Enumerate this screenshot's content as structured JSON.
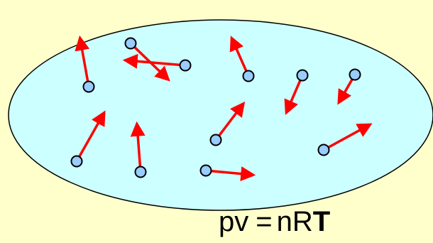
{
  "colors": {
    "background": "#ffffcc",
    "container_fill": "#ccffff",
    "container_stroke": "#000000",
    "particle_fill": "#99ccff",
    "particle_stroke": "#000000",
    "velocity_arrow": "#ff0000"
  },
  "formula": {
    "lhs": "pv",
    "equals": "=",
    "rhs_prefix": "nR",
    "rhs_bold": "T"
  },
  "particles": [
    {
      "id": 1,
      "icon": "gas-molecule",
      "arrow": "velocity-arrow"
    },
    {
      "id": 2,
      "icon": "gas-molecule",
      "arrow": "velocity-arrow"
    },
    {
      "id": 3,
      "icon": "gas-molecule",
      "arrow": "velocity-arrow"
    },
    {
      "id": 4,
      "icon": "gas-molecule",
      "arrow": "velocity-arrow"
    },
    {
      "id": 5,
      "icon": "gas-molecule",
      "arrow": "velocity-arrow"
    },
    {
      "id": 6,
      "icon": "gas-molecule",
      "arrow": "velocity-arrow"
    },
    {
      "id": 7,
      "icon": "gas-molecule",
      "arrow": "velocity-arrow"
    },
    {
      "id": 8,
      "icon": "gas-molecule",
      "arrow": "velocity-arrow"
    },
    {
      "id": 9,
      "icon": "gas-molecule",
      "arrow": "velocity-arrow"
    },
    {
      "id": 10,
      "icon": "gas-molecule",
      "arrow": "velocity-arrow"
    },
    {
      "id": 11,
      "icon": "gas-molecule",
      "arrow": "velocity-arrow"
    },
    {
      "id": 12,
      "icon": "gas-molecule",
      "arrow": "velocity-arrow"
    }
  ]
}
